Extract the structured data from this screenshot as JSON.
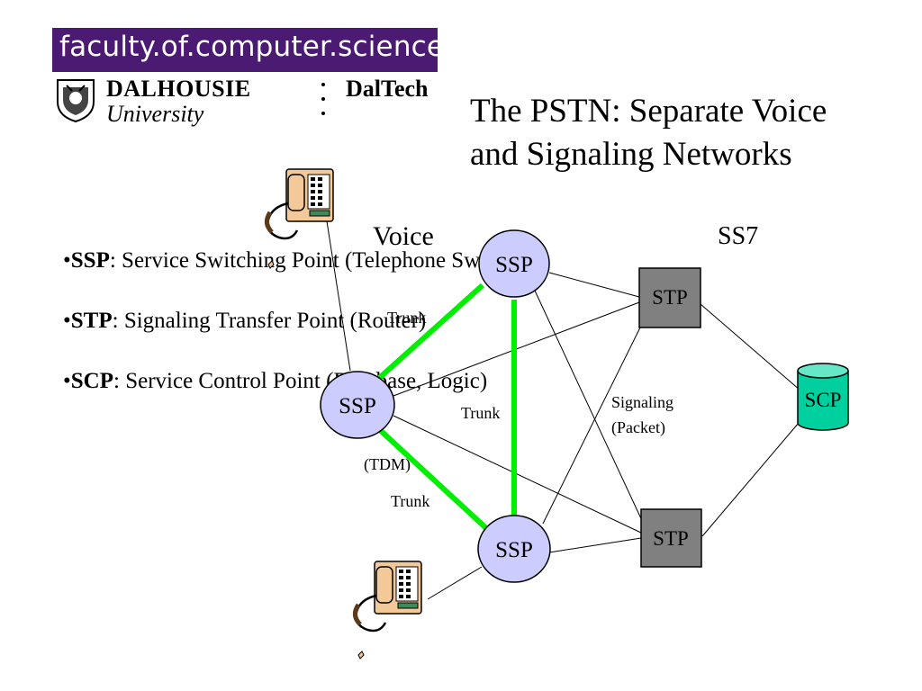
{
  "header": {
    "banner_text": "faculty.of.computer.science",
    "university_name": "DALHOUSIE",
    "university_sub": "University",
    "daltech": "DalTech"
  },
  "title": {
    "line1": "The PSTN: Separate Voice",
    "line2": "and Signaling Networks"
  },
  "definitions": [
    {
      "bullet": "•",
      "term": "SSP",
      "rest": ": Service Switching Point (Telephone Switch)"
    },
    {
      "bullet": "•",
      "term": "STP",
      "rest": ": Signaling Transfer Point (Router)"
    },
    {
      "bullet": "•",
      "term": "SCP",
      "rest": ": Service Control Point (Database, Logic)"
    }
  ],
  "diagram": {
    "region_voice": "Voice",
    "region_ss7": "SS7",
    "nodes": {
      "ssp_top": "SSP",
      "ssp_left": "SSP",
      "ssp_bottom": "SSP",
      "stp_top": "STP",
      "stp_bottom": "STP",
      "scp": "SCP"
    },
    "labels": {
      "trunk_1": "Trunk",
      "trunk_2": "Trunk",
      "trunk_3": "Trunk",
      "tdm": "(TDM)",
      "signaling": "Signaling",
      "packet": "(Packet)"
    },
    "colors": {
      "trunk": "#00ee00",
      "ssp_fill": "#ccccff",
      "stp_fill": "#808080",
      "scp_fill": "#00d0a0",
      "phone_body": "#f4c99a"
    }
  }
}
